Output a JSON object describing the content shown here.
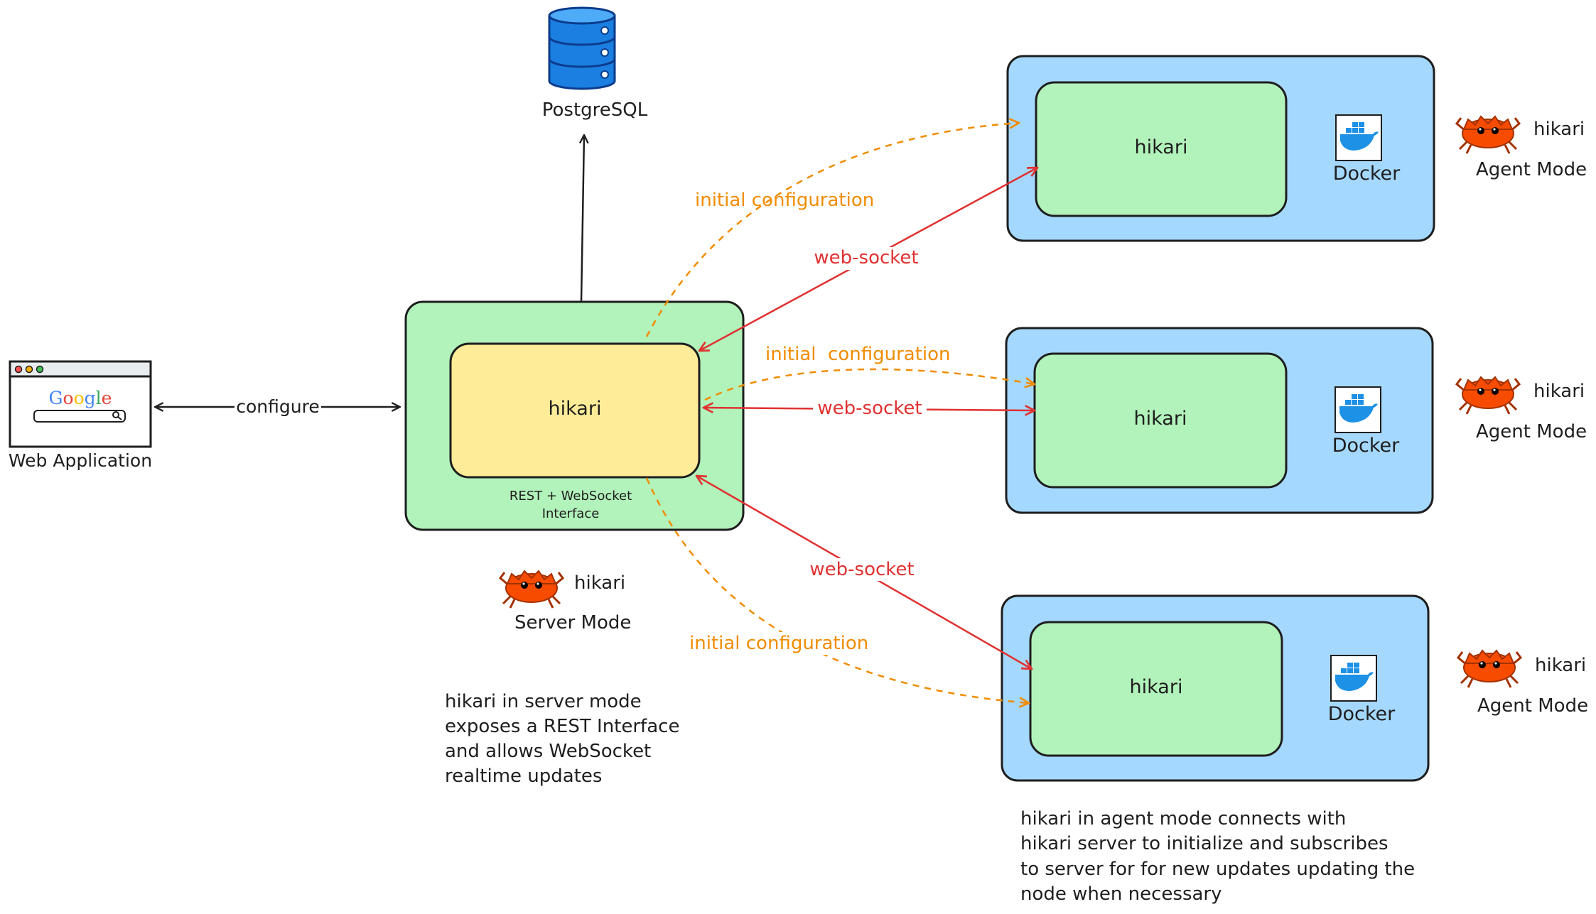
{
  "colors": {
    "server_outer": "#b2f2bb",
    "server_inner": "#ffec99",
    "agent_outer": "#a5d8ff",
    "agent_inner": "#b2f2bb",
    "websocket": "#e03131",
    "initial_config": "#f08c00",
    "neutral": "#1e1e1e",
    "docker": "#1d91e6",
    "db": "#1a7fe0",
    "rust_crab": "#f74c00"
  },
  "web_app": {
    "search_brand": "Google",
    "label": "Web Application",
    "icon": "browser-window-icon"
  },
  "database": {
    "label": "PostgreSQL",
    "icon": "database-icon"
  },
  "edges": {
    "configure": "configure",
    "websocket_label": "web-socket",
    "initial_config_top": "initial configuration",
    "initial_config_mid": "initial  configuration",
    "initial_config_bottom": "initial configuration"
  },
  "server": {
    "node_label": "hikari",
    "interface_line1": "REST + WebSocket",
    "interface_line2": "Interface",
    "mode_name": "hikari",
    "mode_label": "Server Mode",
    "note_lines": [
      "hikari in server mode",
      "exposes a REST Interface",
      "and allows WebSocket",
      "realtime updates"
    ]
  },
  "agents": [
    {
      "node_label": "hikari",
      "docker_label": "Docker",
      "mode_name": "hikari",
      "mode_label": "Agent Mode"
    },
    {
      "node_label": "hikari",
      "docker_label": "Docker",
      "mode_name": "hikari",
      "mode_label": "Agent Mode"
    },
    {
      "node_label": "hikari",
      "docker_label": "Docker",
      "mode_name": "hikari",
      "mode_label": "Agent Mode"
    }
  ],
  "agent_note_lines": [
    "hikari in agent mode connects with",
    "hikari server to initialize and subscribes",
    "to server for for new updates updating the",
    "node when necessary"
  ]
}
